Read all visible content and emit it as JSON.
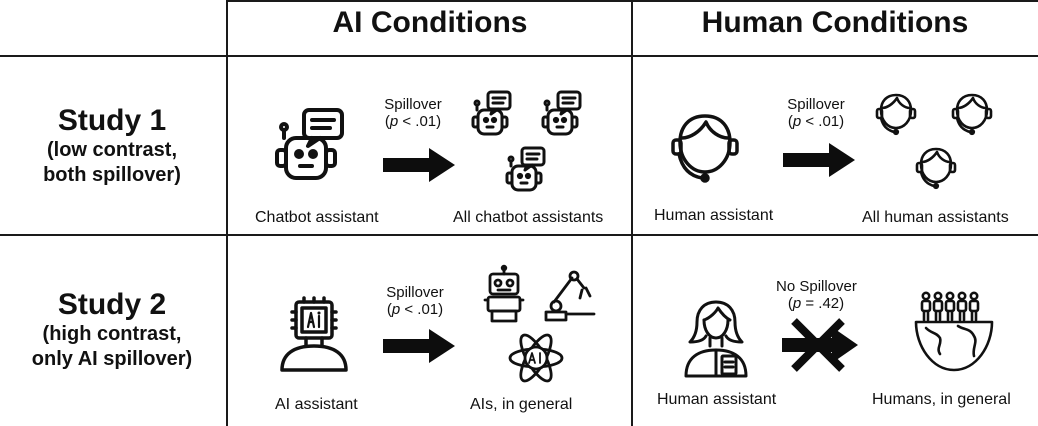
{
  "headers": {
    "ai": "AI Conditions",
    "human": "Human Conditions"
  },
  "studies": [
    {
      "title": "Study 1",
      "subtitle_line1": "(low contrast,",
      "subtitle_line2": "both spillover)",
      "ai": {
        "source_label": "Chatbot assistant",
        "target_label": "All chatbot assistants",
        "spillover_label": "Spillover",
        "p_prefix": "(",
        "p_var": "p",
        "p_value": " < .01)",
        "source_icon": "chatbot-icon",
        "target_icon": "chatbot-group-icon"
      },
      "human": {
        "source_label": "Human assistant",
        "target_label": "All human assistants",
        "spillover_label": "Spillover",
        "p_prefix": "(",
        "p_var": "p",
        "p_value": " < .01)",
        "source_icon": "headset-person-icon",
        "target_icon": "headset-person-group-icon"
      }
    },
    {
      "title": "Study 2",
      "subtitle_line1": "(high contrast,",
      "subtitle_line2": "only AI spillover)",
      "ai": {
        "source_label": "AI assistant",
        "target_label": "AIs, in general",
        "spillover_label": "Spillover",
        "p_prefix": "(",
        "p_var": "p",
        "p_value": " < .01)",
        "source_icon": "ai-chip-head-icon",
        "target_icon": "robots-and-ai-atom-icon"
      },
      "human": {
        "source_label": "Human assistant",
        "target_label": "Humans, in general",
        "spillover_label": "No Spillover",
        "p_prefix": "(",
        "p_var": "p",
        "p_value": " = .42)",
        "source_icon": "female-assistant-icon",
        "target_icon": "people-on-globe-icon"
      }
    }
  ],
  "colors": {
    "line": "#1a1a1a",
    "arrow": "#0d0d0d"
  }
}
